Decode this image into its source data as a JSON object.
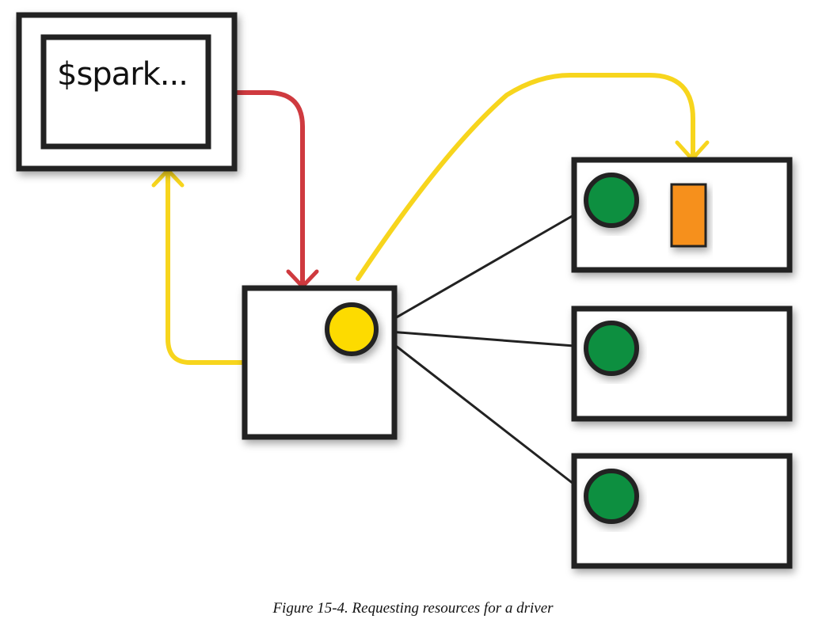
{
  "diagram": {
    "client_terminal_text": "$spark...",
    "caption": "Figure 15-4. Requesting resources for a driver",
    "colors": {
      "box_stroke": "#222222",
      "red_arrow": "#cf3a3f",
      "yellow_arrow": "#f7d51d",
      "driver_node": "#fddb00",
      "executor_node": "#0e8f3f",
      "resource_block": "#f6901e",
      "connector_line": "#222222"
    },
    "nodes": [
      {
        "id": "client-machine",
        "kind": "terminal"
      },
      {
        "id": "driver-box",
        "kind": "driver",
        "has_driver_circle": true
      },
      {
        "id": "worker-1",
        "kind": "worker",
        "has_executor_circle": true,
        "has_resource_block": true
      },
      {
        "id": "worker-2",
        "kind": "worker",
        "has_executor_circle": true,
        "has_resource_block": false
      },
      {
        "id": "worker-3",
        "kind": "worker",
        "has_executor_circle": true,
        "has_resource_block": false
      }
    ],
    "edges": [
      {
        "from": "client-machine",
        "to": "driver-box",
        "color": "red",
        "arrow": true
      },
      {
        "from": "driver-box",
        "to": "client-machine",
        "color": "yellow",
        "arrow": true
      },
      {
        "from": "driver-box",
        "to": "worker-1",
        "color": "yellow",
        "arrow": true
      },
      {
        "from": "driver-box",
        "to": "worker-1",
        "color": "black",
        "arrow": false
      },
      {
        "from": "driver-box",
        "to": "worker-2",
        "color": "black",
        "arrow": false
      },
      {
        "from": "driver-box",
        "to": "worker-3",
        "color": "black",
        "arrow": false
      }
    ]
  }
}
